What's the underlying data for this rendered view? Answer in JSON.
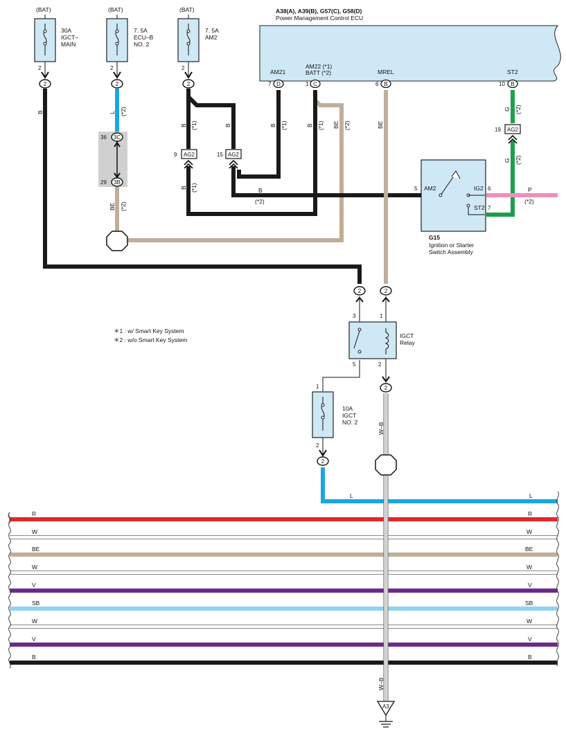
{
  "colors": {
    "box_fill": "#cfe8f5",
    "gray_block": "#d0d0d0",
    "B": "#1a1a1a",
    "L": "#1aa7e0",
    "BE": "#bfae98",
    "G": "#1aa04a",
    "P": "#ec8fbd",
    "R": "#e3262d",
    "W": "#ffffff",
    "V": "#6b2a8c",
    "SB": "#8fd3ee",
    "WB": "#e6e6e6"
  },
  "fuses": [
    {
      "bat": "(BAT)",
      "rating": "30A",
      "name1": "IGCT–",
      "name2": "MAIN",
      "name3": "",
      "pin": "2",
      "connector": "2",
      "wire": "B",
      "note": ""
    },
    {
      "bat": "(BAT)",
      "rating": "7. 5A",
      "name1": "ECU–B",
      "name2": "NO. 2",
      "name3": "",
      "pin": "2",
      "connector": "2",
      "wire": "L",
      "note": "(*2)"
    },
    {
      "bat": "(BAT)",
      "rating": "7. 5A",
      "name1": "AM2",
      "name2": "",
      "name3": "",
      "pin": "2",
      "connector": "2",
      "wire": "B",
      "note": "(*1)"
    },
    {
      "bat": "",
      "rating": "10A",
      "name1": "IGCT",
      "name2": "NO. 2",
      "name3": "",
      "pin_top": "1",
      "pin": "2",
      "connector": "2",
      "wire": "L"
    }
  ],
  "ecu": {
    "title": "A38(A), A39(B), G57(C), G58(D)",
    "subtitle": "Power Management Control ECU",
    "terminals": [
      {
        "name": "AM21",
        "pin": "7",
        "conn": "D",
        "wire": "B",
        "note": "(*1)"
      },
      {
        "name": "AM22 (*1)",
        "name2": "BATT (*2)",
        "pin": "1",
        "conn": "C",
        "wire": "B",
        "note": "(*1)",
        "wire2": "BE",
        "note2": "(*2)"
      },
      {
        "name": "MREL",
        "pin": "6",
        "conn": "B",
        "wire": "BE",
        "note": ""
      },
      {
        "name": "ST2",
        "pin": "10",
        "conn": "B",
        "wire": "G",
        "note": "(*2)"
      }
    ]
  },
  "junctions": [
    {
      "pin": "36",
      "conn": "3C"
    },
    {
      "pin": "29",
      "conn": "3B",
      "wire": "BE",
      "note": "(*2)"
    },
    {
      "pin": "9",
      "conn": "AG2",
      "wire": "B",
      "note": "(*1)"
    },
    {
      "pin": "15",
      "conn": "AG2",
      "wire": "B"
    },
    {
      "pin": "19",
      "conn": "AG2",
      "wire": "G",
      "note": "(*2)"
    }
  ],
  "switch": {
    "code": "G15",
    "line1": "Ignition or Starter",
    "line2": "Switch Assembly",
    "am2": "AM2",
    "am2_pin": "5",
    "ig2": "IG2",
    "ig2_pin": "6",
    "st2": "ST2",
    "st2_pin": "7",
    "ig2_wire": "P",
    "ig2_note": "(*2)",
    "am2_wire": "B",
    "am2_note": "(*2)"
  },
  "relay": {
    "line1": "IGCT",
    "line2": "Relay",
    "pin3": "3",
    "pin1": "1",
    "pin5": "5",
    "pin2": "2",
    "conn_left": "2",
    "conn_right": "2",
    "conn_bottom": "2"
  },
  "notes": [
    "＊1 : w/ Smart Key System",
    "＊2 : w/o Smart Key System"
  ],
  "main_wire": {
    "label": "W–B",
    "ground": "A3"
  },
  "harness": [
    {
      "label": "L",
      "color": "#1aa7e0"
    },
    {
      "label": "R",
      "color": "#e3262d"
    },
    {
      "label": "W",
      "color": "#ffffff"
    },
    {
      "label": "BE",
      "color": "#bfae98"
    },
    {
      "label": "W",
      "color": "#ffffff"
    },
    {
      "label": "V",
      "color": "#6b2a8c"
    },
    {
      "label": "SB",
      "color": "#8fd3ee"
    },
    {
      "label": "W",
      "color": "#ffffff"
    },
    {
      "label": "V",
      "color": "#6b2a8c"
    },
    {
      "label": "B",
      "color": "#1a1a1a"
    }
  ]
}
